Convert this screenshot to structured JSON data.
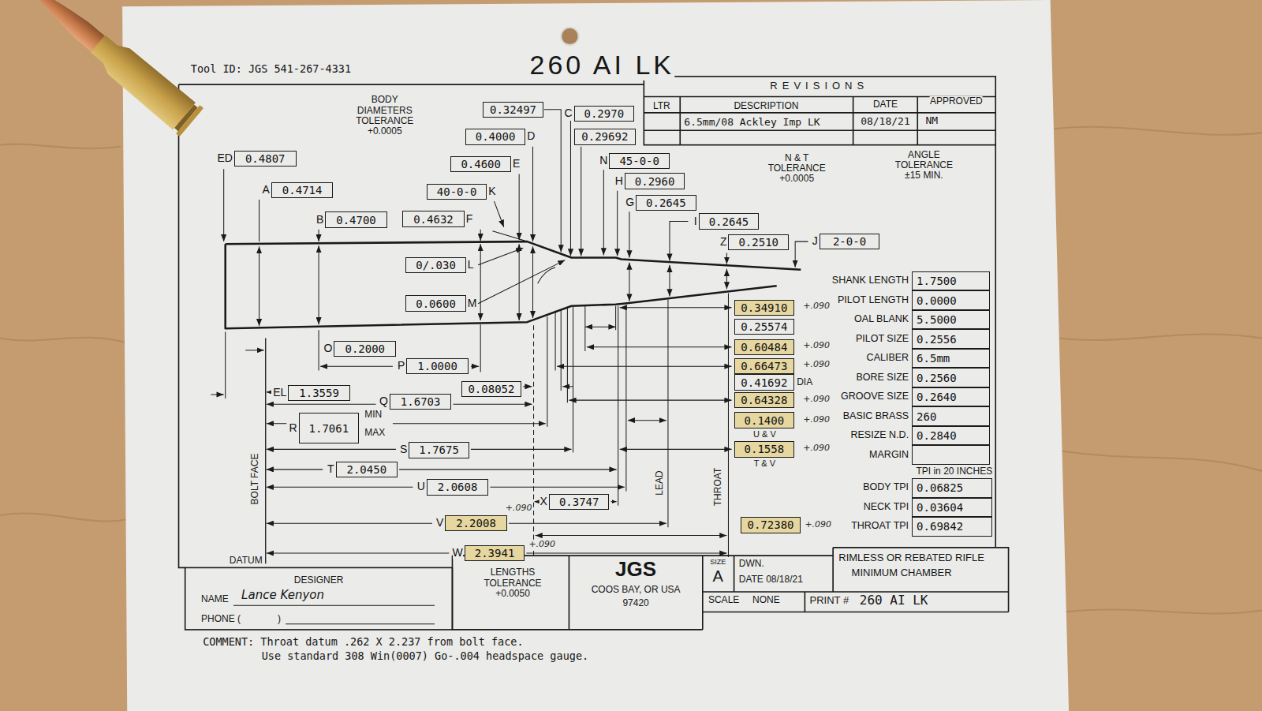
{
  "diagram": {
    "title": "260 AI LK",
    "nodes": [
      {
        "text": [
          "ED",
          "0.4807"
        ]
      },
      {
        "text": [
          "0.32497"
        ]
      },
      {
        "text": [
          "C",
          "0.2970"
        ]
      },
      {
        "text": [
          "0.29692"
        ]
      },
      {
        "text": [
          "0.4000",
          "D"
        ]
      },
      {
        "text": [
          "0.4600",
          "E"
        ]
      },
      {
        "text": [
          "N",
          "45-0-0"
        ]
      },
      {
        "text": [
          "A",
          "0.4714"
        ]
      },
      {
        "text": [
          "H",
          "0.2960"
        ]
      },
      {
        "text": [
          "40-0-0",
          "K"
        ]
      },
      {
        "text": [
          "G",
          "0.2645"
        ]
      },
      {
        "text": [
          "B",
          "0.4700"
        ]
      },
      {
        "text": [
          "0.4632",
          "F"
        ]
      },
      {
        "text": [
          "I",
          "0.2645"
        ]
      },
      {
        "text": [
          "Z",
          "0.2510"
        ]
      },
      {
        "text": [
          "J",
          "2-0-0"
        ]
      },
      {
        "text": [
          "0/.030",
          "L"
        ]
      },
      {
        "text": [
          "0.0600",
          "M"
        ]
      },
      {
        "text": [
          "O",
          "0.2000"
        ]
      },
      {
        "text": [
          "P",
          "1.0000"
        ]
      },
      {
        "text": [
          "EL",
          "1.3559"
        ]
      },
      {
        "text": [
          "Q",
          "1.6703"
        ]
      },
      {
        "text": [
          "0.08052"
        ]
      },
      {
        "text": [
          "R",
          "1.7061"
        ]
      },
      {
        "text": [
          "S",
          "1.7675"
        ]
      },
      {
        "text": [
          "T",
          "2.0450"
        ]
      },
      {
        "text": [
          "U",
          "2.0608"
        ]
      },
      {
        "text": [
          "X",
          "0.3747"
        ]
      },
      {
        "text": [
          "V",
          "2.2008"
        ]
      },
      {
        "text": [
          "W",
          "2.3941"
        ]
      },
      {
        "text": [
          "0.72380"
        ]
      },
      {
        "text": [
          "0.34910"
        ]
      },
      {
        "text": [
          "0.25574"
        ]
      },
      {
        "text": [
          "0.60484"
        ]
      },
      {
        "text": [
          "0.66473"
        ]
      },
      {
        "text": [
          "0.41692"
        ]
      },
      {
        "text": [
          "0.64328"
        ]
      },
      {
        "text": [
          "0.1400"
        ]
      },
      {
        "text": [
          "0.1558"
        ]
      },
      {
        "text": [
          "SHANK LENGTH",
          "1.7500"
        ]
      },
      {
        "text": [
          "PILOT LENGTH",
          "0.0000"
        ]
      },
      {
        "text": [
          "OAL BLANK",
          "5.5000"
        ]
      },
      {
        "text": [
          "PILOT SIZE",
          "0.2556"
        ]
      },
      {
        "text": [
          "CALIBER",
          "6.5mm"
        ]
      },
      {
        "text": [
          "BORE SIZE",
          "0.2560"
        ]
      },
      {
        "text": [
          "GROOVE SIZE",
          "0.2640"
        ]
      },
      {
        "text": [
          "BASIC BRASS",
          "260"
        ]
      },
      {
        "text": [
          "RESIZE N.D.",
          "0.2840"
        ]
      },
      {
        "text": [
          "MARGIN"
        ]
      },
      {
        "text": [
          "BODY TPI",
          "0.06825"
        ]
      },
      {
        "text": [
          "NECK TPI",
          "0.03604"
        ]
      },
      {
        "text": [
          "THROAT TPI",
          "0.69842"
        ]
      }
    ],
    "labels": [
      "Tool ID: JGS 541-267-4331",
      "REVISIONS",
      "LTR",
      "DESCRIPTION",
      "DATE",
      "APPROVED",
      "6.5mm/08 Ackley Imp LK",
      "08/18/21",
      "NM",
      "BODY DIAMETERS TOLERANCE +0.0005",
      "N & T TOLERANCE +0.0005",
      "ANGLE TOLERANCE ±15 MIN.",
      "+.090",
      "+.090",
      "+.090",
      "DIA",
      "+.090",
      "+.090",
      "U & V",
      "+.090",
      "T & V",
      "MIN",
      "MAX",
      "TPI in 20 INCHES",
      "BOLT FACE",
      "LEAD",
      "THROAT",
      "+.090",
      "+.090",
      "DATUM",
      "+.090",
      "LENGTHS TOLERANCE +0.0050",
      "DESIGNER",
      "NAME",
      "Lance Kenyon",
      "PHONE (",
      ")",
      "JGS",
      "COOS BAY, OR USA",
      "97420",
      "SIZE",
      "A",
      "DWN.",
      "DATE 08/18/21",
      "RIMLESS OR REBATED RIFLE",
      "MINIMUM CHAMBER",
      "SCALE",
      "NONE",
      "PRINT #",
      "260 AI LK",
      "COMMENT: Throat datum .262 X 2.237 from bolt face.",
      "Use standard 308 Win(0007) Go-.004 headspace gauge."
    ]
  }
}
